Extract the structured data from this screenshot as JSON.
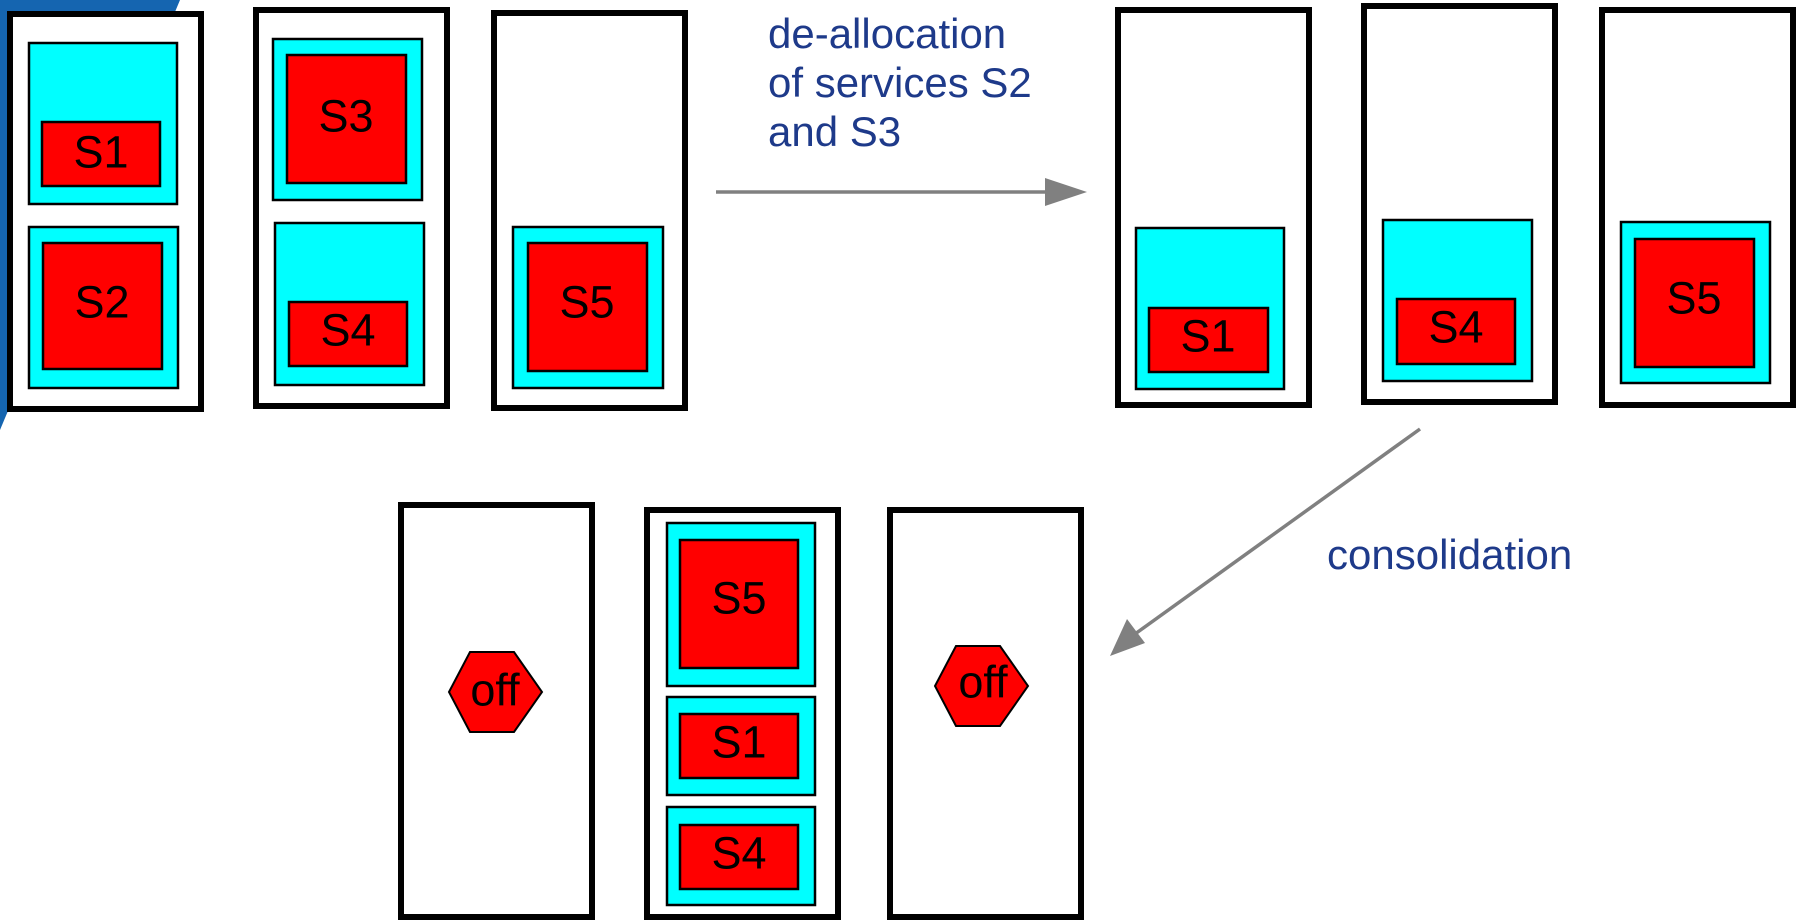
{
  "captions": {
    "deallocation_line1": "de-allocation",
    "deallocation_line2": "of services S2",
    "deallocation_line3": "and S3",
    "consolidation": "consolidation"
  },
  "top_left_group": {
    "server1": {
      "service_a": "S1",
      "service_b": "S2"
    },
    "server2": {
      "service_a": "S3",
      "service_b": "S4"
    },
    "server3": {
      "service_a": "S5"
    }
  },
  "top_right_group": {
    "server1": {
      "service_a": "S1"
    },
    "server2": {
      "service_a": "S4"
    },
    "server3": {
      "service_a": "S5"
    }
  },
  "bottom_group": {
    "server1": {
      "status": "off"
    },
    "server2": {
      "service_a": "S5",
      "service_b": "S1",
      "service_c": "S4"
    },
    "server3": {
      "status": "off"
    }
  },
  "colors": {
    "vm_fill": "#00ffff",
    "service_fill": "#ff0000",
    "caption_text": "#1e3a8a",
    "arrow": "#808080",
    "decor_blue": "#1565b0"
  }
}
